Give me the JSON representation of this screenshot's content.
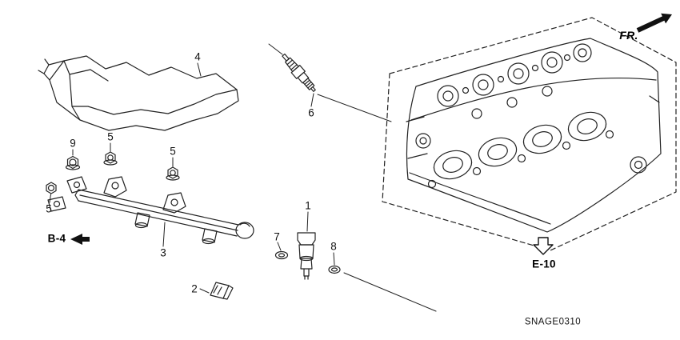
{
  "diagram": {
    "code": "SNAGE0310",
    "orientation_label": "FR.",
    "references": {
      "b4": "B-4",
      "e10": "E-10"
    },
    "callouts": [
      "4",
      "6",
      "9",
      "5",
      "5",
      "5",
      "1",
      "7",
      "8",
      "3",
      "2"
    ]
  }
}
